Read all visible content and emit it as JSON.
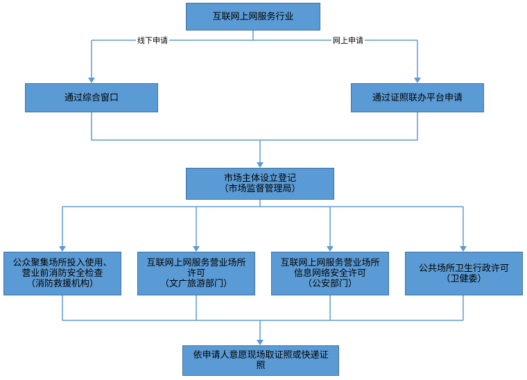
{
  "colors": {
    "box_fill": "#5b9bd5",
    "box_border": "#41719c",
    "connector": "#5b9bd5"
  },
  "nodes": {
    "root": "互联网上网服务行业",
    "offline_window": "通过综合窗口",
    "online_platform": "通过证照联办平台申请",
    "registration": [
      "市场主体设立登记",
      "（市场监督管理局）"
    ],
    "fire_check": [
      "公众聚集场所投入使用、",
      "营业前消防安全检查",
      "（消防救援机构）"
    ],
    "internet_license": [
      "互联网上网服务营业场所",
      "许可",
      "（文广旅游部门）"
    ],
    "security_license": [
      "互联网上网服务营业场所",
      "信息网络安全许可",
      "（公安部门）"
    ],
    "health_license": [
      "公共场所卫生行政许可",
      "（卫健委）"
    ],
    "certificate": [
      "依申请人意愿现场取证照或快递证",
      "照"
    ]
  },
  "edge_labels": {
    "offline": "线下申请",
    "online": "网上申请"
  }
}
